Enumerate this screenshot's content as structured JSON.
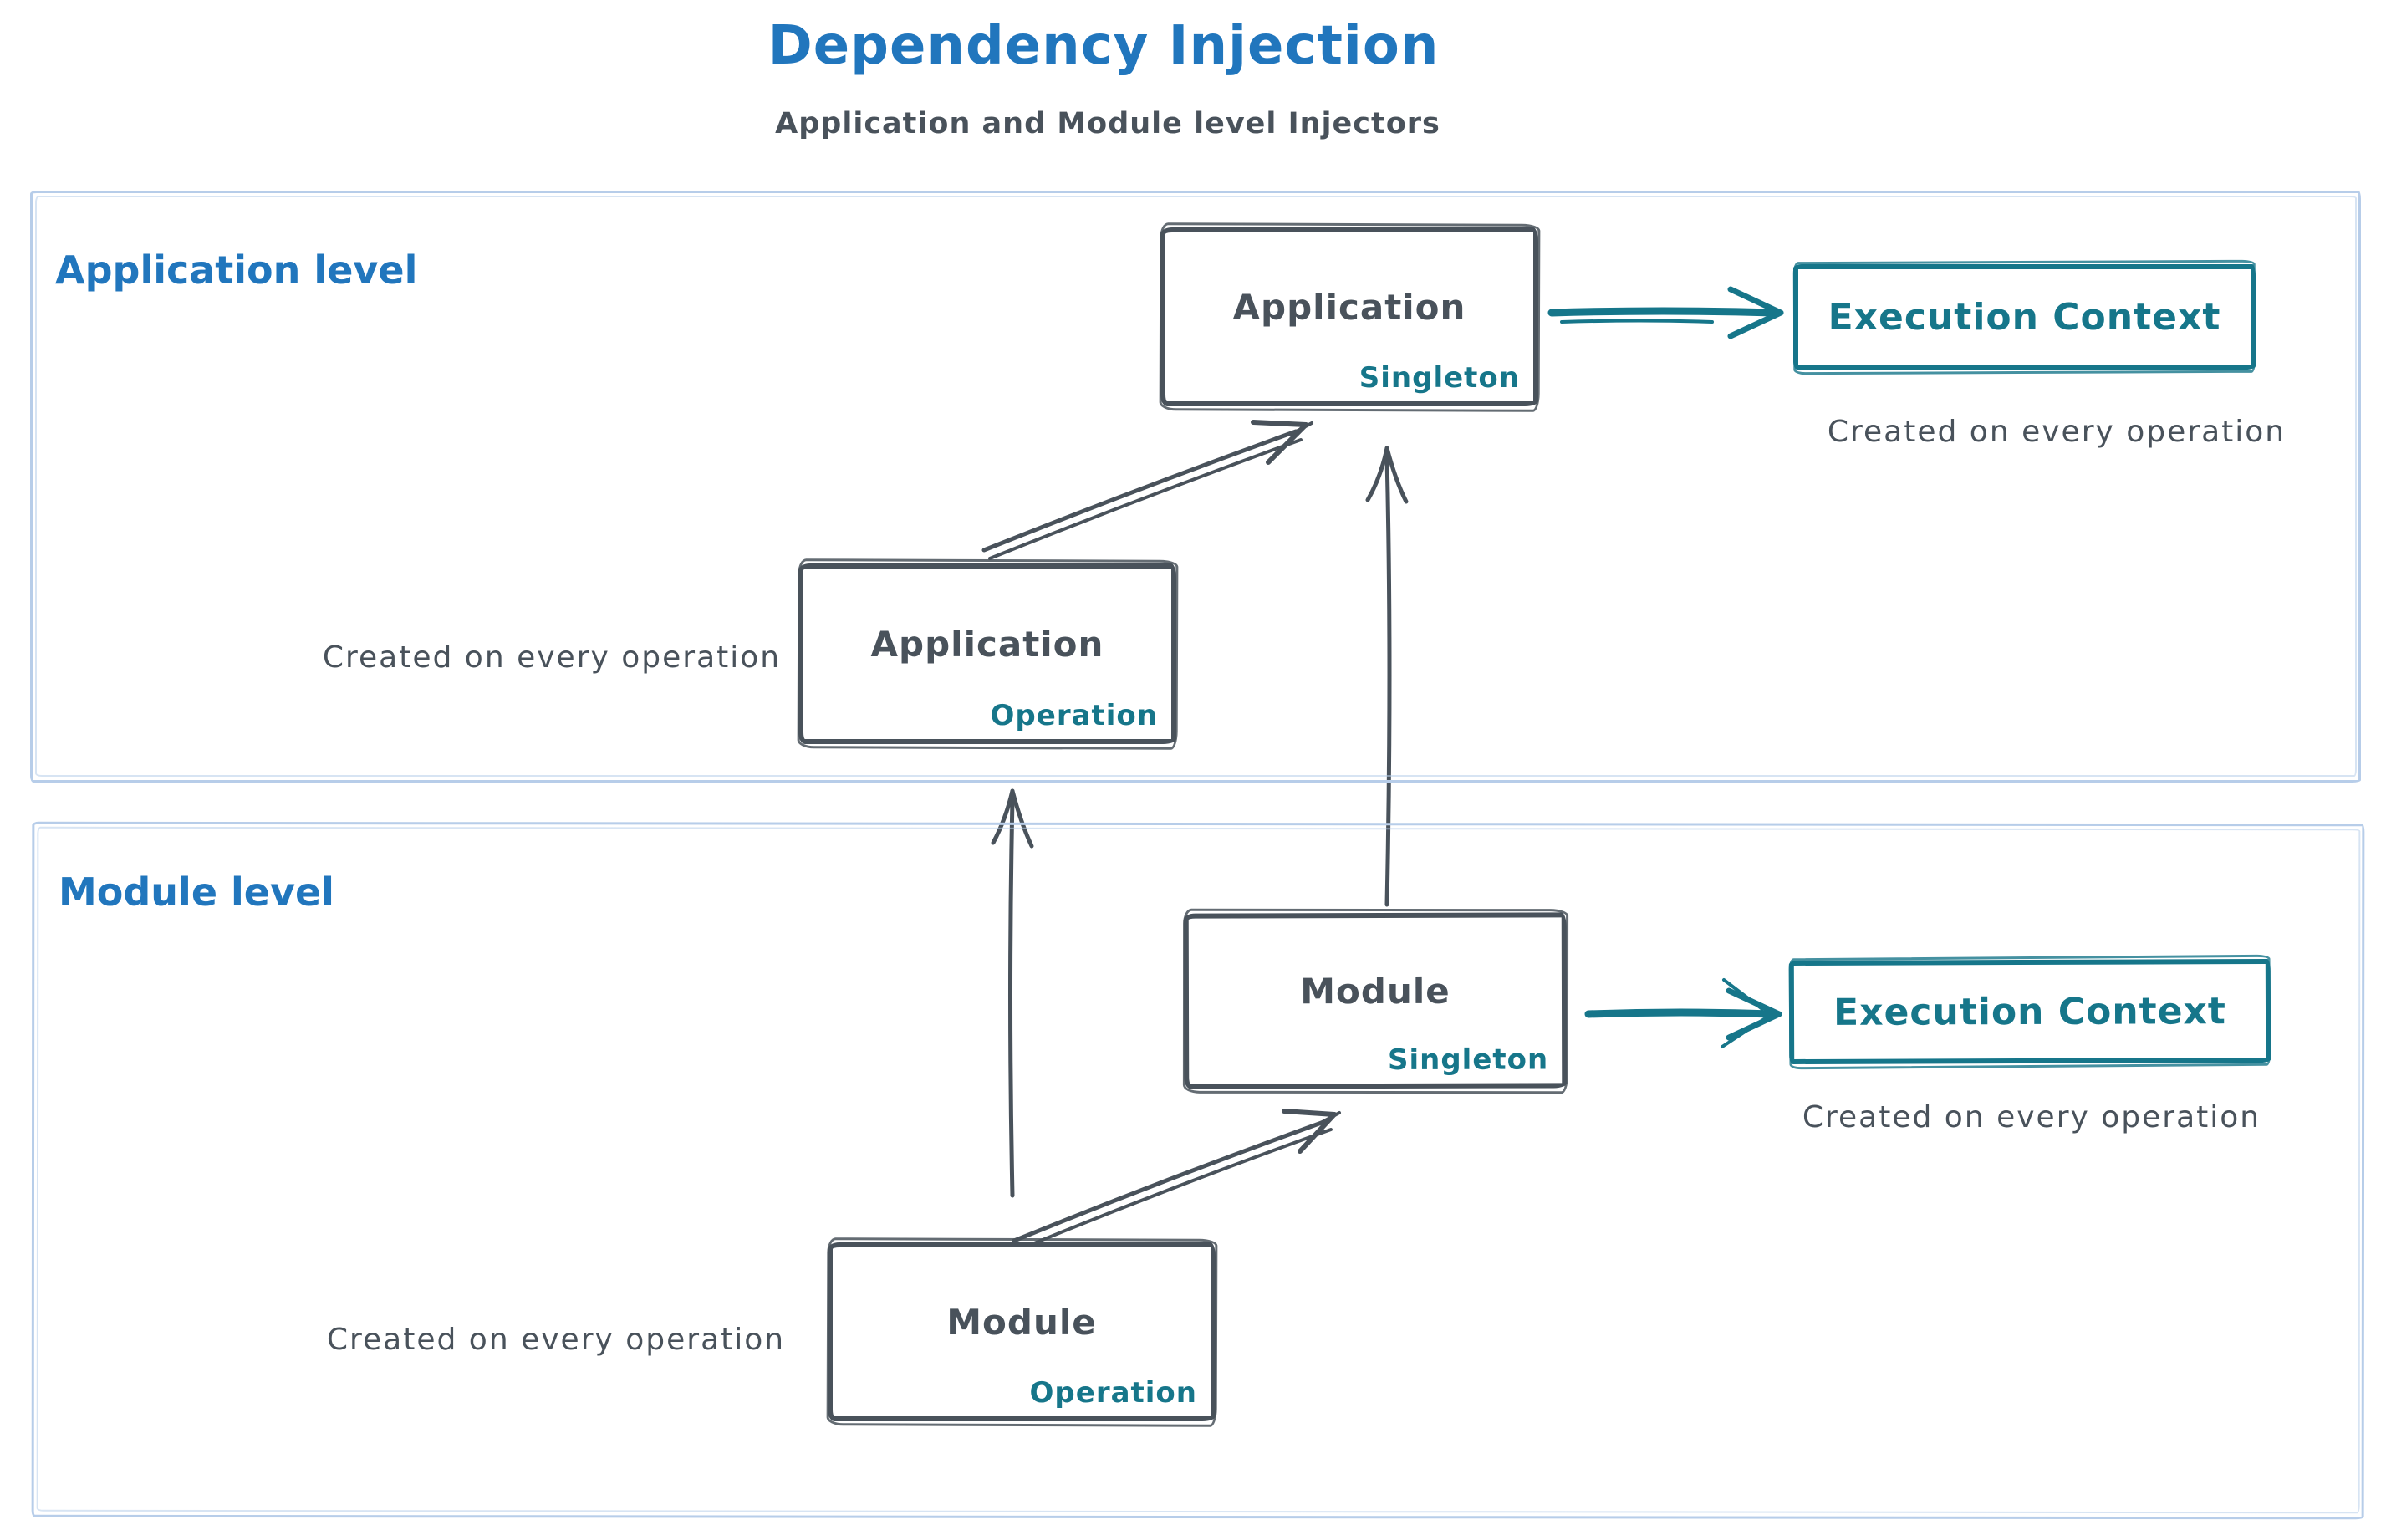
{
  "title": "Dependency Injection",
  "subtitle": "Application and Module level Injectors",
  "colors": {
    "blue": "#2176bd",
    "teal": "#16768a",
    "ink": "#49525b",
    "section-border": "#b7cde9"
  },
  "sections": [
    {
      "id": "application",
      "label": "Application level",
      "singleton_box": {
        "title": "Application",
        "scope": "Singleton"
      },
      "operation_box": {
        "title": "Application",
        "scope": "Operation"
      },
      "operation_caption": "Created on every operation",
      "execution_context": {
        "label": "Execution Context",
        "caption": "Created on every operation"
      }
    },
    {
      "id": "module",
      "label": "Module level",
      "singleton_box": {
        "title": "Module",
        "scope": "Singleton"
      },
      "operation_box": {
        "title": "Module",
        "scope": "Operation"
      },
      "operation_caption": "Created on every operation",
      "execution_context": {
        "label": "Execution Context",
        "caption": "Created on every operation"
      }
    }
  ],
  "arrows": [
    {
      "from": "application-operation",
      "to": "application-singleton",
      "color": "ink"
    },
    {
      "from": "module-operation",
      "to": "application-operation",
      "color": "ink"
    },
    {
      "from": "module-singleton",
      "to": "application-singleton",
      "color": "ink"
    },
    {
      "from": "module-operation",
      "to": "module-singleton",
      "color": "ink"
    },
    {
      "from": "application-singleton",
      "to": "application-execution-context",
      "color": "teal"
    },
    {
      "from": "module-singleton",
      "to": "module-execution-context",
      "color": "teal"
    }
  ]
}
